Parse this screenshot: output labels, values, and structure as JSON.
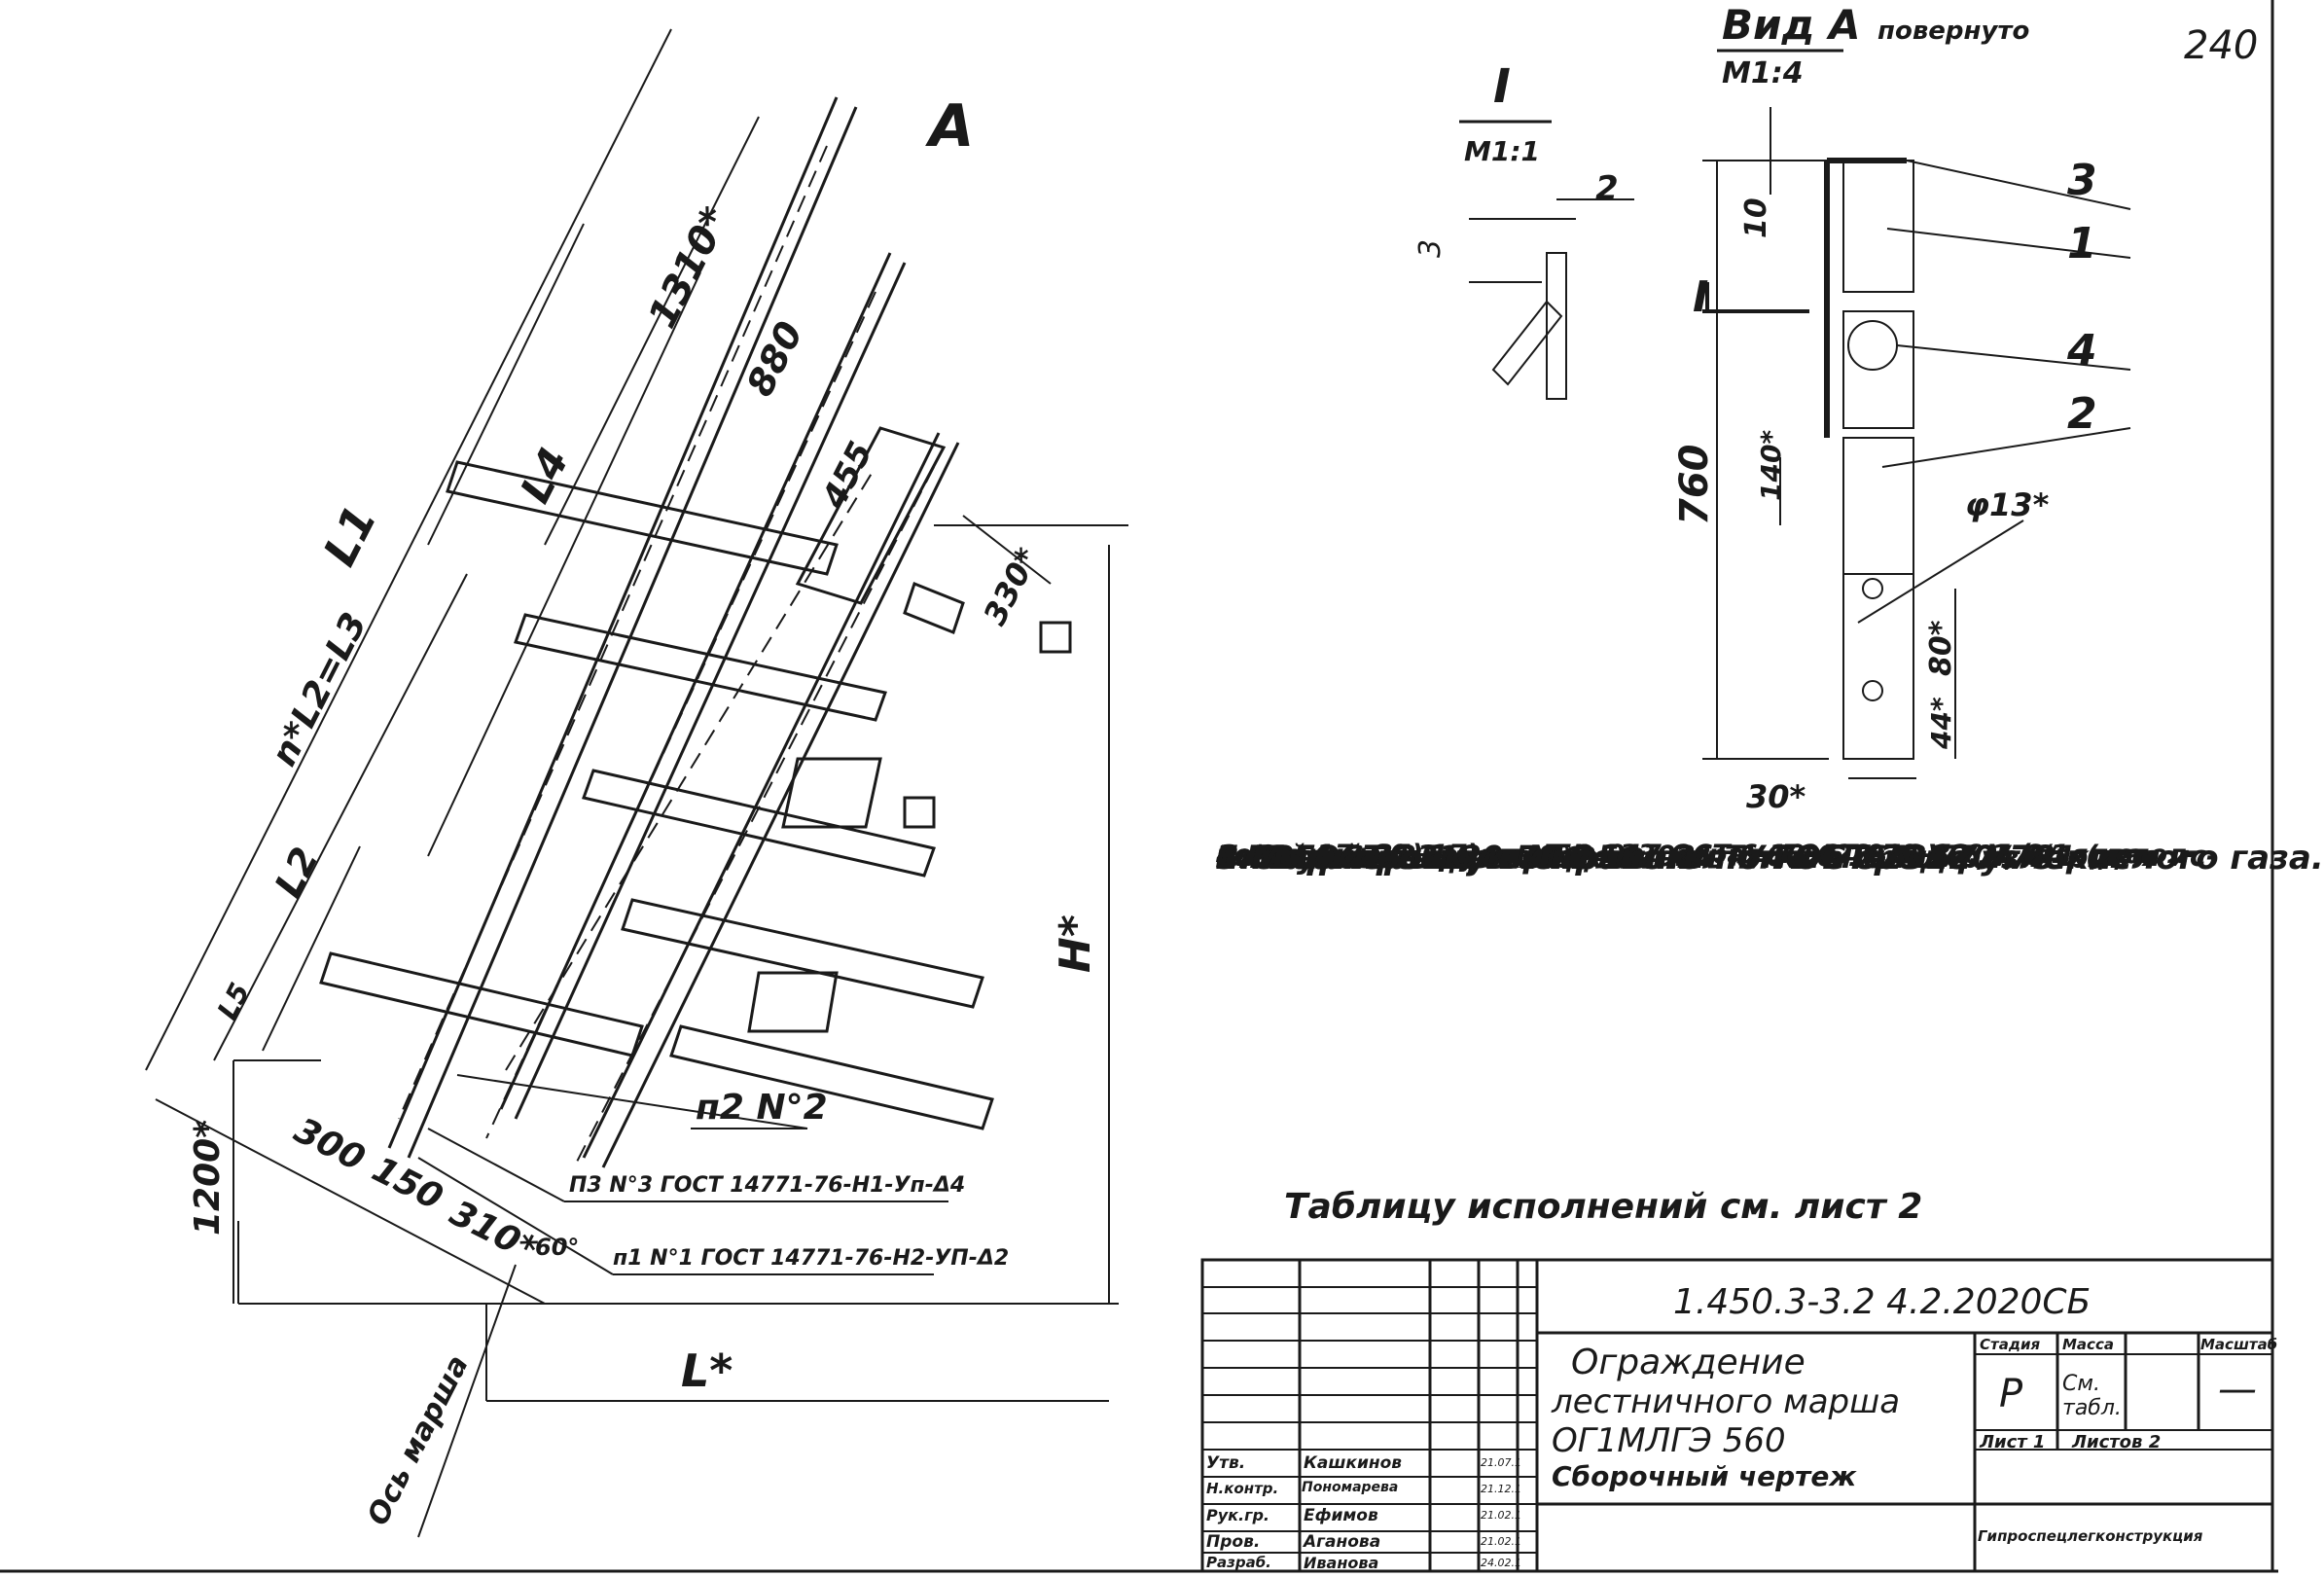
{
  "sheet_number": "240",
  "view_a": {
    "title": "Вид А",
    "suffix": "повернуто",
    "scale": "М1:4"
  },
  "section_1": {
    "mark": "I",
    "scale": "М1:1",
    "dim_3": "3",
    "weld_no": "2"
  },
  "view_a_dims": {
    "total": "760",
    "top": "10",
    "d140": "140*",
    "d80": "80*",
    "d44": "44*",
    "d30": "30*",
    "hole": "φ13*",
    "section_mark": "I"
  },
  "view_a_callouts": [
    "3",
    "1",
    "4",
    "2"
  ],
  "main_view": {
    "view_arrow": "А",
    "dims": {
      "L1": "L1",
      "L4": "L4",
      "nL2": "n*L2=L3",
      "L2": "L2",
      "L5": "L5",
      "d1310": "1310*",
      "d880": "880",
      "d455": "455",
      "d330": "330*",
      "d300": "300",
      "d150": "150",
      "d310": "310*",
      "d1200": "1200*",
      "H": "H*",
      "L": "L*",
      "angle": "60°"
    },
    "axis_label": "Ось марша",
    "welds": {
      "p2": "п2 N°2",
      "p3": "П3 N°3 ГОСТ 14771-76-Н1-Уп-Δ4",
      "p1": "п1 N°1 ГОСТ 14771-76-Н2-УП-Δ2"
    }
  },
  "notes": [
    "1.Сварные швы N°2 выполнять в среде углекислого газа.",
    "2.*Размеры для справок.",
    "3.Неуказанные предельные отклонения размеров -",
    "  - по ГОСТ 23120-78.",
    "4.Покрытие:Грунтовка ГФ-021 ТУ6-10-1642-77,V, 6/1 (для ис-",
    "полнений 00÷17) или ГФ-017 ОСТ 6-10-428-79,V, 6/1 (для испол-",
    "нений 17÷35), эмаль ПФ-133, серая, ГОСТ 926-82, V, 6/1, два",
    "слоя.",
    "5.Маркировку выполнять по ГОСТ 23120-78."
  ],
  "table_ref": "Таблицу исполнений см. лист 2",
  "title_block": {
    "doc_code": "1.450.3-3.2 4.2.2020СБ",
    "name_lines": [
      "Ограждение",
      "лестничного марша",
      "ОГ1МЛГЭ 560",
      "Сборочный чертеж"
    ],
    "stage_header": "Стадия",
    "mass_header": "Масса",
    "scale_header": "Масштаб",
    "stage": "Р",
    "mass": "См. табл.",
    "scale": "—",
    "sheet_label": "Лист 1",
    "sheets_label": "Листов 2",
    "org": "Гипроспецлегконструкция",
    "signatures": [
      {
        "role": "Утв.",
        "name": "Кашкинов",
        "date": "21.07.1"
      },
      {
        "role": "Н.контр.",
        "name": "Пономарева",
        "date": "21.12.1"
      },
      {
        "role": "Рук.гр.",
        "name": "Ефимов",
        "date": "21.02.1"
      },
      {
        "role": "Пров.",
        "name": "Аганова",
        "date": "21.02.1"
      },
      {
        "role": "Разраб.",
        "name": "Иванова",
        "date": "24.02.1"
      }
    ]
  }
}
